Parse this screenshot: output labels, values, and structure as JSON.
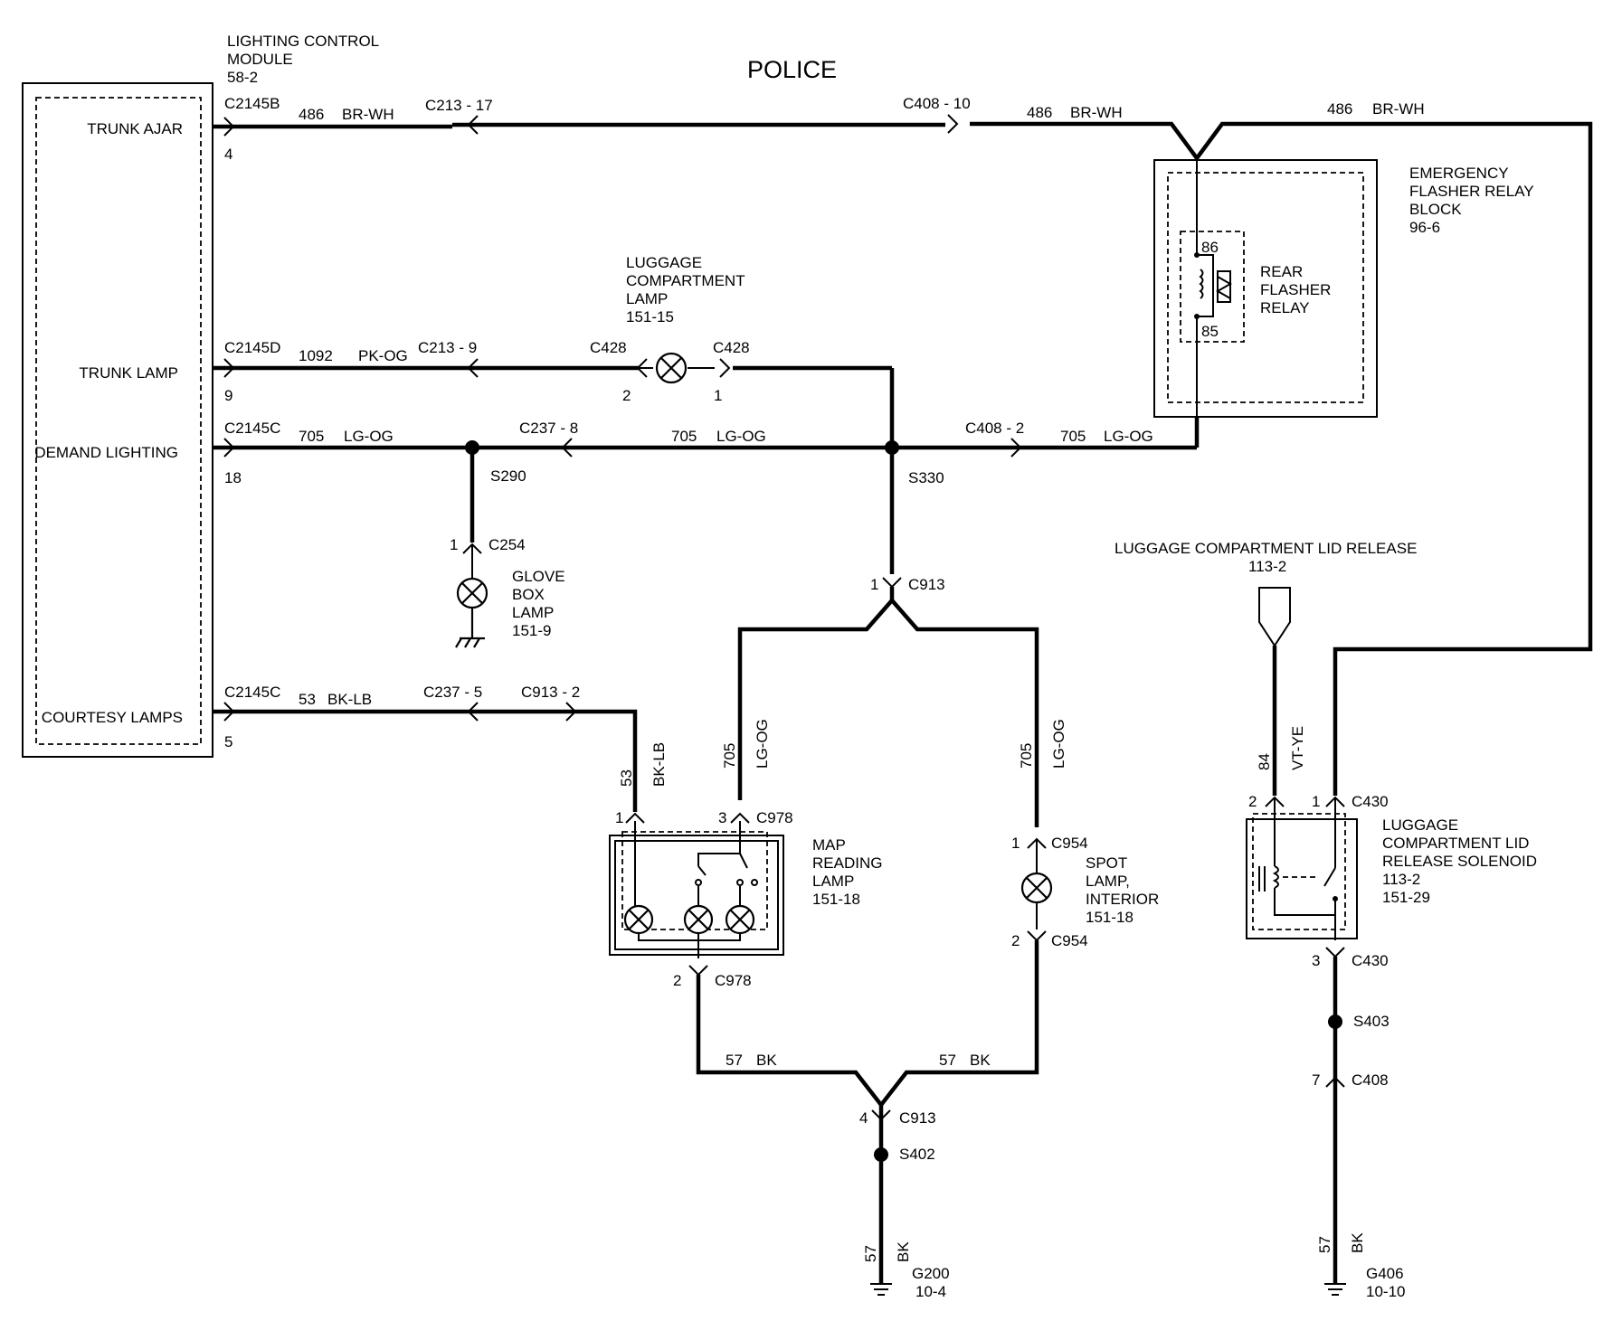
{
  "title": "POLICE",
  "module": {
    "line1": "LIGHTING  CONTROL",
    "line2": "MODULE",
    "line3": "58-2"
  },
  "pins": {
    "trunk_ajar": {
      "label": "TRUNK AJAR",
      "conn": "C2145B",
      "pin": "4"
    },
    "trunk_lamp": {
      "label": "TRUNK LAMP",
      "conn": "C2145D",
      "pin": "9"
    },
    "demand_lighting": {
      "label": "DEMAND LIGHTING",
      "conn": "C2145C",
      "pin": "18"
    },
    "courtesy_lamps": {
      "label": "COURTESY LAMPS",
      "conn": "C2145C",
      "pin": "5"
    }
  },
  "wires": {
    "w486": {
      "num": "486",
      "color": "BR-WH"
    },
    "w1092": {
      "num": "1092",
      "color": "PK-OG"
    },
    "w705": {
      "num": "705",
      "color": "LG-OG"
    },
    "w53": {
      "num": "53",
      "color": "BK-LB"
    },
    "w57": {
      "num": "57",
      "color": "BK"
    },
    "w84": {
      "num": "84",
      "color": "VT-YE"
    }
  },
  "connectors": {
    "c213_17": "C213  -  17",
    "c408_10": "C408  -  10",
    "c213_9": "C213  -  9",
    "c428": "C428",
    "c428_pin_left": "2",
    "c428_pin_right": "1",
    "c237_8": "C237  -  8",
    "c408_2": "C408  -  2",
    "c237_5": "C237  -  5",
    "c913_2": "C913  -  2",
    "c254": "C254",
    "c254_pin": "1",
    "c913": "C913",
    "c913_pin1": "1",
    "c913_pin4": "4",
    "c978": "C978",
    "c978_pin1": "1",
    "c978_pin3": "3",
    "c978_pin2": "2",
    "c954": "C954",
    "c954_pin1": "1",
    "c954_pin2": "2",
    "c430": "C430",
    "c430_pin2": "2",
    "c430_pin1": "1",
    "c430_pin3": "3",
    "c408": "C408",
    "c408_pin7": "7"
  },
  "splices": {
    "s290": "S290",
    "s330": "S330",
    "s402": "S402",
    "s403": "S403"
  },
  "components": {
    "luggage_lamp": {
      "line1": "LUGGAGE",
      "line2": "COMPARTMENT",
      "line3": "LAMP",
      "line4": "151-15"
    },
    "glove_box": {
      "line1": "GLOVE",
      "line2": "BOX",
      "line3": "LAMP",
      "line4": "151-9"
    },
    "map_lamp": {
      "line1": "MAP",
      "line2": "READING",
      "line3": "LAMP",
      "line4": "151-18"
    },
    "spot_lamp": {
      "line1": "SPOT",
      "line2": "LAMP,",
      "line3": "INTERIOR",
      "line4": "151-18"
    },
    "flasher_block": {
      "line1": "EMERGENCY",
      "line2": "FLASHER RELAY",
      "line3": "BLOCK",
      "line4": "96-6"
    },
    "rear_relay": {
      "line1": "REAR",
      "line2": "FLASHER",
      "line3": "RELAY",
      "pin86": "86",
      "pin85": "85"
    },
    "lid_release": {
      "line1": "LUGGAGE COMPARTMENT LID RELEASE",
      "line2": "113-2"
    },
    "lid_solenoid": {
      "line1": "LUGGAGE",
      "line2": "COMPARTMENT LID",
      "line3": "RELEASE SOLENOID",
      "line4": "113-2",
      "line5": "151-29"
    }
  },
  "grounds": {
    "g200": {
      "name": "G200",
      "ref": "10-4"
    },
    "g406": {
      "name": "G406",
      "ref": "10-10"
    }
  }
}
